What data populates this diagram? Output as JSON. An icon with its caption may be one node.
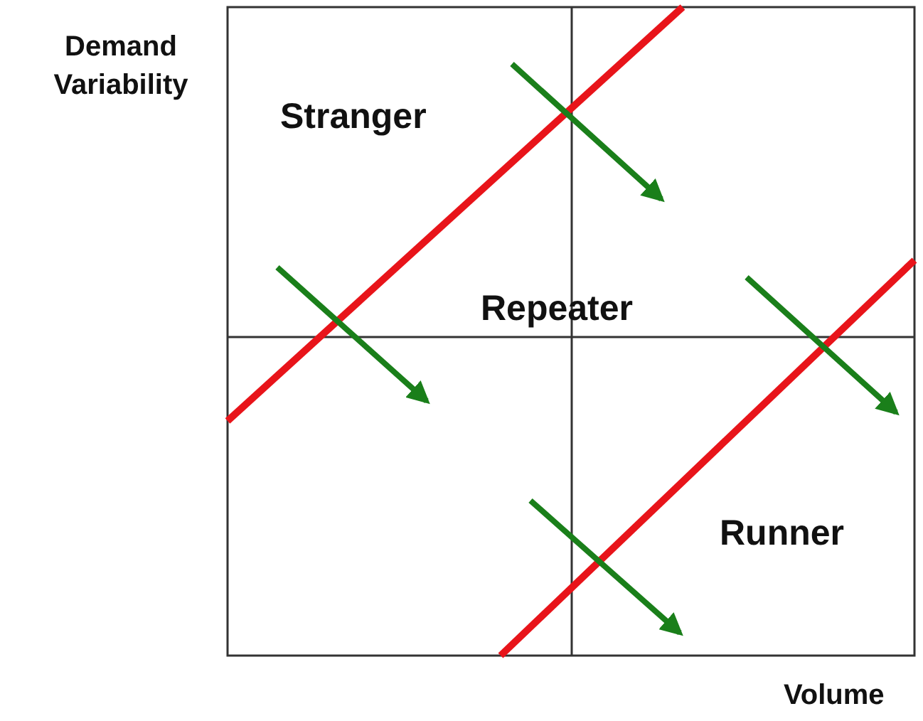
{
  "diagram": {
    "labels": [
      "Demand Variability",
      "Stranger",
      "Repeater",
      "Runner",
      "Volume"
    ]
  }
}
